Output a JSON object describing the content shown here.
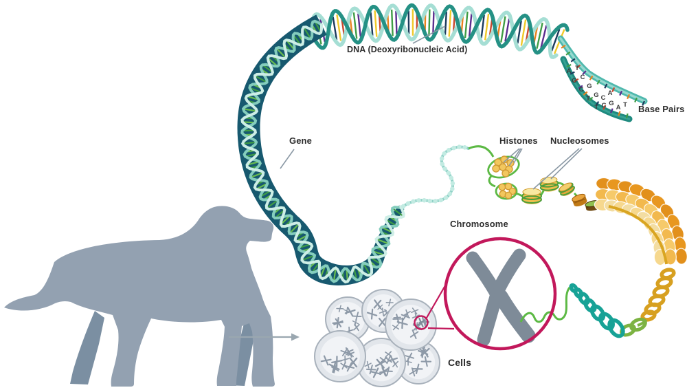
{
  "diagram": {
    "type": "dog-genetics-structure-illustration",
    "labels": {
      "dna": "DNA (Deoxyribonucleic Acid)",
      "base_pairs": "Base Pairs",
      "gene": "Gene",
      "histones": "Histones",
      "nucleosomes": "Nucleosomes",
      "chromosome": "Chromosome",
      "cells": "Cells"
    },
    "base_pair_letters": [
      "A",
      "T",
      "G",
      "C",
      "C",
      "G",
      "T",
      "G",
      "C",
      "A",
      "T",
      "C",
      "G",
      "A",
      "T"
    ],
    "colors": {
      "dog_body": "#93a1b1",
      "dog_far_legs": "#7b8fa2",
      "band_dark_teal": "#17596f",
      "helix_teal": "#259185",
      "helix_light": "#a5ded4",
      "thread_green": "#5cb944",
      "histone_gold": "#f2c75e",
      "nucleosome_side": "#edbe4e",
      "disc_orange": "#e2901c",
      "coil_gold": "#d7a020",
      "coil_green": "#7cb342",
      "coil_teal": "#17a296",
      "chromosome_gray": "#7e8b98",
      "callout_magenta": "#c2185b",
      "pointer_gray": "#8a98a4",
      "cell_fill": "#e2e6eb",
      "label_text": "#2d2d2d"
    }
  }
}
